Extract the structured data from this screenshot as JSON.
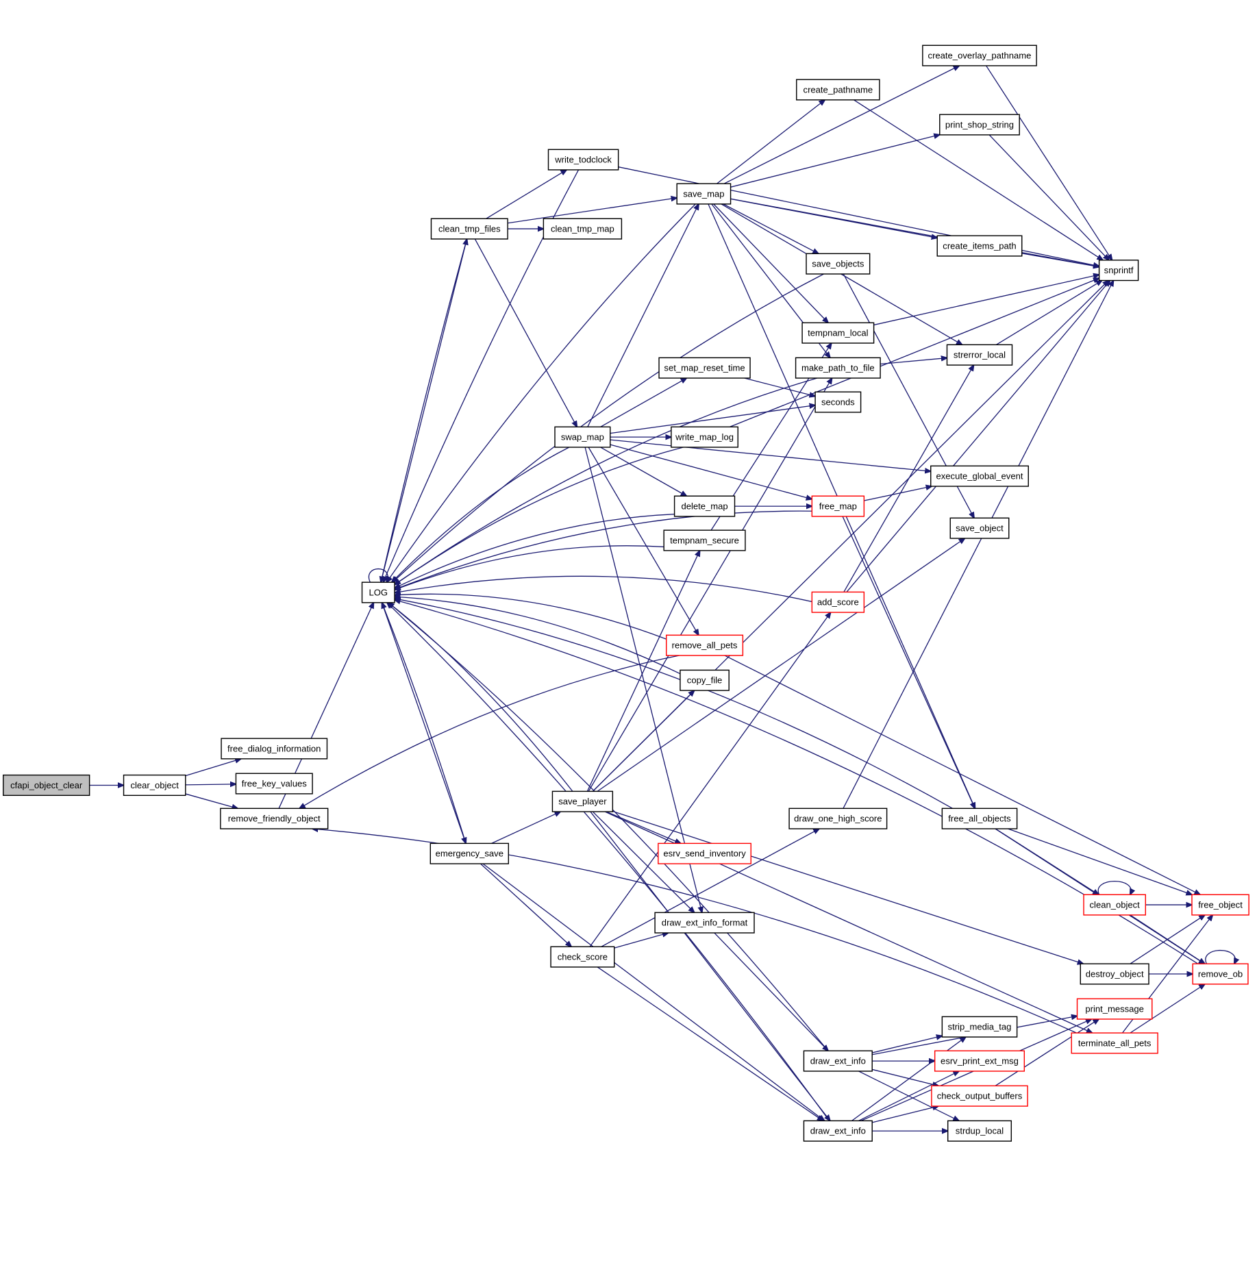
{
  "title": "cfapi_object_clear call graph",
  "colors": {
    "edge": "#191970",
    "root_fill": "#bfbfbf",
    "truncated_border": "#ff0000",
    "node_border": "#000000"
  },
  "nodes": [
    {
      "id": "cfapi_object_clear",
      "label": "cfapi_object_clear",
      "style": "root"
    },
    {
      "id": "clear_object",
      "label": "clear_object",
      "style": "normal"
    },
    {
      "id": "free_dialog_information",
      "label": "free_dialog_information",
      "style": "normal"
    },
    {
      "id": "free_key_values",
      "label": "free_key_values",
      "style": "normal"
    },
    {
      "id": "remove_friendly_object",
      "label": "remove_friendly_object",
      "style": "normal"
    },
    {
      "id": "LOG",
      "label": "LOG",
      "style": "normal"
    },
    {
      "id": "write_todclock",
      "label": "write_todclock",
      "style": "normal"
    },
    {
      "id": "clean_tmp_files",
      "label": "clean_tmp_files",
      "style": "normal"
    },
    {
      "id": "clean_tmp_map",
      "label": "clean_tmp_map",
      "style": "normal"
    },
    {
      "id": "save_map",
      "label": "save_map",
      "style": "normal"
    },
    {
      "id": "create_overlay_pathname",
      "label": "create_overlay_pathname",
      "style": "normal"
    },
    {
      "id": "create_pathname",
      "label": "create_pathname",
      "style": "normal"
    },
    {
      "id": "print_shop_string",
      "label": "print_shop_string",
      "style": "normal"
    },
    {
      "id": "create_items_path",
      "label": "create_items_path",
      "style": "normal"
    },
    {
      "id": "snprintf",
      "label": "snprintf",
      "style": "normal"
    },
    {
      "id": "save_objects",
      "label": "save_objects",
      "style": "normal"
    },
    {
      "id": "tempnam_local",
      "label": "tempnam_local",
      "style": "normal"
    },
    {
      "id": "make_path_to_file",
      "label": "make_path_to_file",
      "style": "normal"
    },
    {
      "id": "strerror_local",
      "label": "strerror_local",
      "style": "normal"
    },
    {
      "id": "set_map_reset_time",
      "label": "set_map_reset_time",
      "style": "normal"
    },
    {
      "id": "seconds",
      "label": "seconds",
      "style": "normal"
    },
    {
      "id": "swap_map",
      "label": "swap_map",
      "style": "normal"
    },
    {
      "id": "write_map_log",
      "label": "write_map_log",
      "style": "normal"
    },
    {
      "id": "execute_global_event",
      "label": "execute_global_event",
      "style": "normal"
    },
    {
      "id": "delete_map",
      "label": "delete_map",
      "style": "normal"
    },
    {
      "id": "free_map",
      "label": "free_map",
      "style": "truncated"
    },
    {
      "id": "tempnam_secure",
      "label": "tempnam_secure",
      "style": "normal"
    },
    {
      "id": "save_object",
      "label": "save_object",
      "style": "normal"
    },
    {
      "id": "add_score",
      "label": "add_score",
      "style": "truncated"
    },
    {
      "id": "remove_all_pets",
      "label": "remove_all_pets",
      "style": "truncated"
    },
    {
      "id": "copy_file",
      "label": "copy_file",
      "style": "normal"
    },
    {
      "id": "save_player",
      "label": "save_player",
      "style": "normal"
    },
    {
      "id": "draw_one_high_score",
      "label": "draw_one_high_score",
      "style": "normal"
    },
    {
      "id": "free_all_objects",
      "label": "free_all_objects",
      "style": "normal"
    },
    {
      "id": "emergency_save",
      "label": "emergency_save",
      "style": "normal"
    },
    {
      "id": "esrv_send_inventory",
      "label": "esrv_send_inventory",
      "style": "truncated"
    },
    {
      "id": "clean_object",
      "label": "clean_object",
      "style": "truncated"
    },
    {
      "id": "free_object",
      "label": "free_object",
      "style": "truncated"
    },
    {
      "id": "draw_ext_info_format",
      "label": "draw_ext_info_format",
      "style": "normal"
    },
    {
      "id": "check_score",
      "label": "check_score",
      "style": "normal"
    },
    {
      "id": "destroy_object",
      "label": "destroy_object",
      "style": "normal"
    },
    {
      "id": "remove_ob",
      "label": "remove_ob",
      "style": "truncated"
    },
    {
      "id": "print_message",
      "label": "print_message",
      "style": "truncated"
    },
    {
      "id": "strip_media_tag",
      "label": "strip_media_tag",
      "style": "normal"
    },
    {
      "id": "terminate_all_pets",
      "label": "terminate_all_pets",
      "style": "truncated"
    },
    {
      "id": "draw_ext_info_1",
      "label": "draw_ext_info",
      "style": "normal"
    },
    {
      "id": "esrv_print_ext_msg",
      "label": "esrv_print_ext_msg",
      "style": "truncated"
    },
    {
      "id": "check_output_buffers",
      "label": "check_output_buffers",
      "style": "truncated"
    },
    {
      "id": "draw_ext_info_2",
      "label": "draw_ext_info",
      "style": "normal"
    },
    {
      "id": "strdup_local",
      "label": "strdup_local",
      "style": "normal"
    }
  ],
  "edges": [
    [
      "cfapi_object_clear",
      "clear_object"
    ],
    [
      "clear_object",
      "free_dialog_information"
    ],
    [
      "clear_object",
      "free_key_values"
    ],
    [
      "clear_object",
      "remove_friendly_object"
    ],
    [
      "remove_friendly_object",
      "LOG"
    ],
    [
      "LOG",
      "LOG"
    ],
    [
      "LOG",
      "clean_tmp_files"
    ],
    [
      "LOG",
      "emergency_save"
    ],
    [
      "write_todclock",
      "LOG"
    ],
    [
      "write_todclock",
      "snprintf"
    ],
    [
      "clean_tmp_files",
      "LOG"
    ],
    [
      "clean_tmp_files",
      "write_todclock"
    ],
    [
      "clean_tmp_files",
      "save_map"
    ],
    [
      "clean_tmp_files",
      "clean_tmp_map"
    ],
    [
      "clean_tmp_files",
      "swap_map"
    ],
    [
      "save_map",
      "LOG"
    ],
    [
      "save_map",
      "create_overlay_pathname"
    ],
    [
      "save_map",
      "create_pathname"
    ],
    [
      "save_map",
      "print_shop_string"
    ],
    [
      "save_map",
      "snprintf"
    ],
    [
      "save_map",
      "create_items_path"
    ],
    [
      "save_map",
      "save_objects"
    ],
    [
      "save_map",
      "tempnam_local"
    ],
    [
      "save_map",
      "make_path_to_file"
    ],
    [
      "save_map",
      "strerror_local"
    ],
    [
      "save_map",
      "free_all_objects"
    ],
    [
      "create_overlay_pathname",
      "snprintf"
    ],
    [
      "create_pathname",
      "snprintf"
    ],
    [
      "print_shop_string",
      "snprintf"
    ],
    [
      "create_items_path",
      "snprintf"
    ],
    [
      "save_objects",
      "LOG"
    ],
    [
      "save_objects",
      "save_object"
    ],
    [
      "tempnam_local",
      "snprintf"
    ],
    [
      "make_path_to_file",
      "LOG"
    ],
    [
      "make_path_to_file",
      "strerror_local"
    ],
    [
      "strerror_local",
      "snprintf"
    ],
    [
      "set_map_reset_time",
      "seconds"
    ],
    [
      "swap_map",
      "LOG"
    ],
    [
      "swap_map",
      "save_map"
    ],
    [
      "swap_map",
      "set_map_reset_time"
    ],
    [
      "swap_map",
      "seconds"
    ],
    [
      "swap_map",
      "write_map_log"
    ],
    [
      "swap_map",
      "execute_global_event"
    ],
    [
      "swap_map",
      "delete_map"
    ],
    [
      "swap_map",
      "free_map"
    ],
    [
      "swap_map",
      "remove_all_pets"
    ],
    [
      "swap_map",
      "draw_ext_info_format"
    ],
    [
      "write_map_log",
      "LOG"
    ],
    [
      "write_map_log",
      "snprintf"
    ],
    [
      "delete_map",
      "LOG"
    ],
    [
      "delete_map",
      "free_map"
    ],
    [
      "free_map",
      "LOG"
    ],
    [
      "free_map",
      "execute_global_event"
    ],
    [
      "free_map",
      "free_all_objects"
    ],
    [
      "tempnam_secure",
      "LOG"
    ],
    [
      "tempnam_secure",
      "tempnam_local"
    ],
    [
      "add_score",
      "LOG"
    ],
    [
      "add_score",
      "snprintf"
    ],
    [
      "add_score",
      "strerror_local"
    ],
    [
      "remove_all_pets",
      "LOG"
    ],
    [
      "remove_all_pets",
      "remove_friendly_object"
    ],
    [
      "remove_all_pets",
      "free_object"
    ],
    [
      "copy_file",
      "LOG"
    ],
    [
      "save_player",
      "LOG"
    ],
    [
      "save_player",
      "tempnam_secure"
    ],
    [
      "save_player",
      "copy_file"
    ],
    [
      "save_player",
      "make_path_to_file"
    ],
    [
      "save_player",
      "save_object"
    ],
    [
      "save_player",
      "snprintf"
    ],
    [
      "save_player",
      "esrv_send_inventory"
    ],
    [
      "save_player",
      "draw_ext_info_format"
    ],
    [
      "save_player",
      "destroy_object"
    ],
    [
      "save_player",
      "terminate_all_pets"
    ],
    [
      "save_player",
      "draw_ext_info_2"
    ],
    [
      "draw_one_high_score",
      "snprintf"
    ],
    [
      "free_all_objects",
      "LOG"
    ],
    [
      "free_all_objects",
      "free_object"
    ],
    [
      "free_all_objects",
      "clean_object"
    ],
    [
      "free_all_objects",
      "remove_ob"
    ],
    [
      "emergency_save",
      "LOG"
    ],
    [
      "emergency_save",
      "save_player"
    ],
    [
      "emergency_save",
      "check_score"
    ],
    [
      "emergency_save",
      "draw_ext_info_2"
    ],
    [
      "clean_object",
      "clean_object"
    ],
    [
      "clean_object",
      "free_object"
    ],
    [
      "clean_object",
      "remove_ob"
    ],
    [
      "draw_ext_info_format",
      "draw_ext_info_1"
    ],
    [
      "check_score",
      "draw_ext_info_format"
    ],
    [
      "check_score",
      "add_score"
    ],
    [
      "check_score",
      "draw_one_high_score"
    ],
    [
      "check_score",
      "draw_ext_info_2"
    ],
    [
      "destroy_object",
      "free_object"
    ],
    [
      "destroy_object",
      "remove_ob"
    ],
    [
      "remove_ob",
      "remove_ob"
    ],
    [
      "remove_ob",
      "LOG"
    ],
    [
      "terminate_all_pets",
      "remove_ob"
    ],
    [
      "terminate_all_pets",
      "free_object"
    ],
    [
      "terminate_all_pets",
      "remove_friendly_object"
    ],
    [
      "draw_ext_info_1",
      "LOG"
    ],
    [
      "draw_ext_info_1",
      "print_message"
    ],
    [
      "draw_ext_info_1",
      "strip_media_tag"
    ],
    [
      "draw_ext_info_1",
      "esrv_print_ext_msg"
    ],
    [
      "draw_ext_info_1",
      "check_output_buffers"
    ],
    [
      "draw_ext_info_1",
      "strdup_local"
    ],
    [
      "draw_ext_info_2",
      "LOG"
    ],
    [
      "draw_ext_info_2",
      "strip_media_tag"
    ],
    [
      "draw_ext_info_2",
      "esrv_print_ext_msg"
    ],
    [
      "draw_ext_info_2",
      "check_output_buffers"
    ],
    [
      "draw_ext_info_2",
      "strdup_local"
    ],
    [
      "draw_ext_info_2",
      "print_message"
    ],
    [
      "check_output_buffers",
      "print_message"
    ]
  ]
}
